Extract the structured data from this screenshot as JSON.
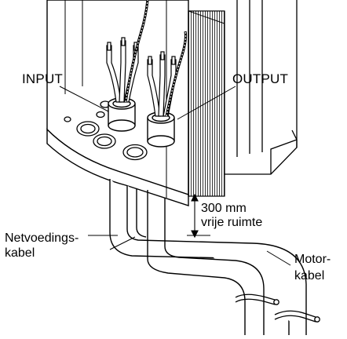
{
  "labels": {
    "input": "INPUT",
    "output": "OUTPUT",
    "clearance_line1": "300 mm",
    "clearance_line2": "vrije ruimte",
    "mains_cable_line1": "Netvoedings-",
    "mains_cable_line2": "kabel",
    "motor_cable_line1": "Motor-",
    "motor_cable_line2": "kabel"
  }
}
